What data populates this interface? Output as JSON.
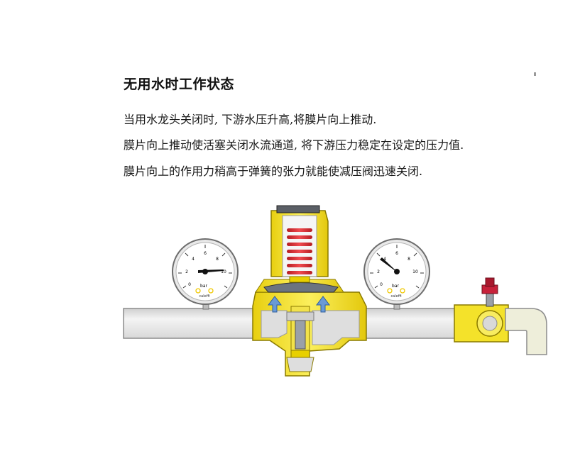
{
  "title": "无用水时工作状态",
  "paragraphs": [
    "当用水龙头关闭时, 下游水压升高,将膜片向上推动.",
    "膜片向上推动使活塞关闭水流通道, 将下游压力稳定在设定的压力值.",
    "膜片向上的作用力稍高于弹簧的张力就能使减压阀迅速关闭."
  ],
  "gauges": [
    {
      "unit": "bar",
      "brand": "caleffi",
      "ticks": [
        "0",
        "2",
        "4",
        "6",
        "8",
        "10"
      ]
    },
    {
      "unit": "bar",
      "brand": "caleffi",
      "ticks": [
        "0",
        "2",
        "4",
        "6",
        "8",
        "10"
      ]
    }
  ],
  "colors": {
    "brass": "#f3df1e",
    "brass_dark": "#c9b100",
    "pipe": "#e5e5e5",
    "pipe_edge": "#8c8c8c",
    "spring": "#d7262b",
    "arrow": "#5f8fcb",
    "valve_red": "#c7213a"
  }
}
